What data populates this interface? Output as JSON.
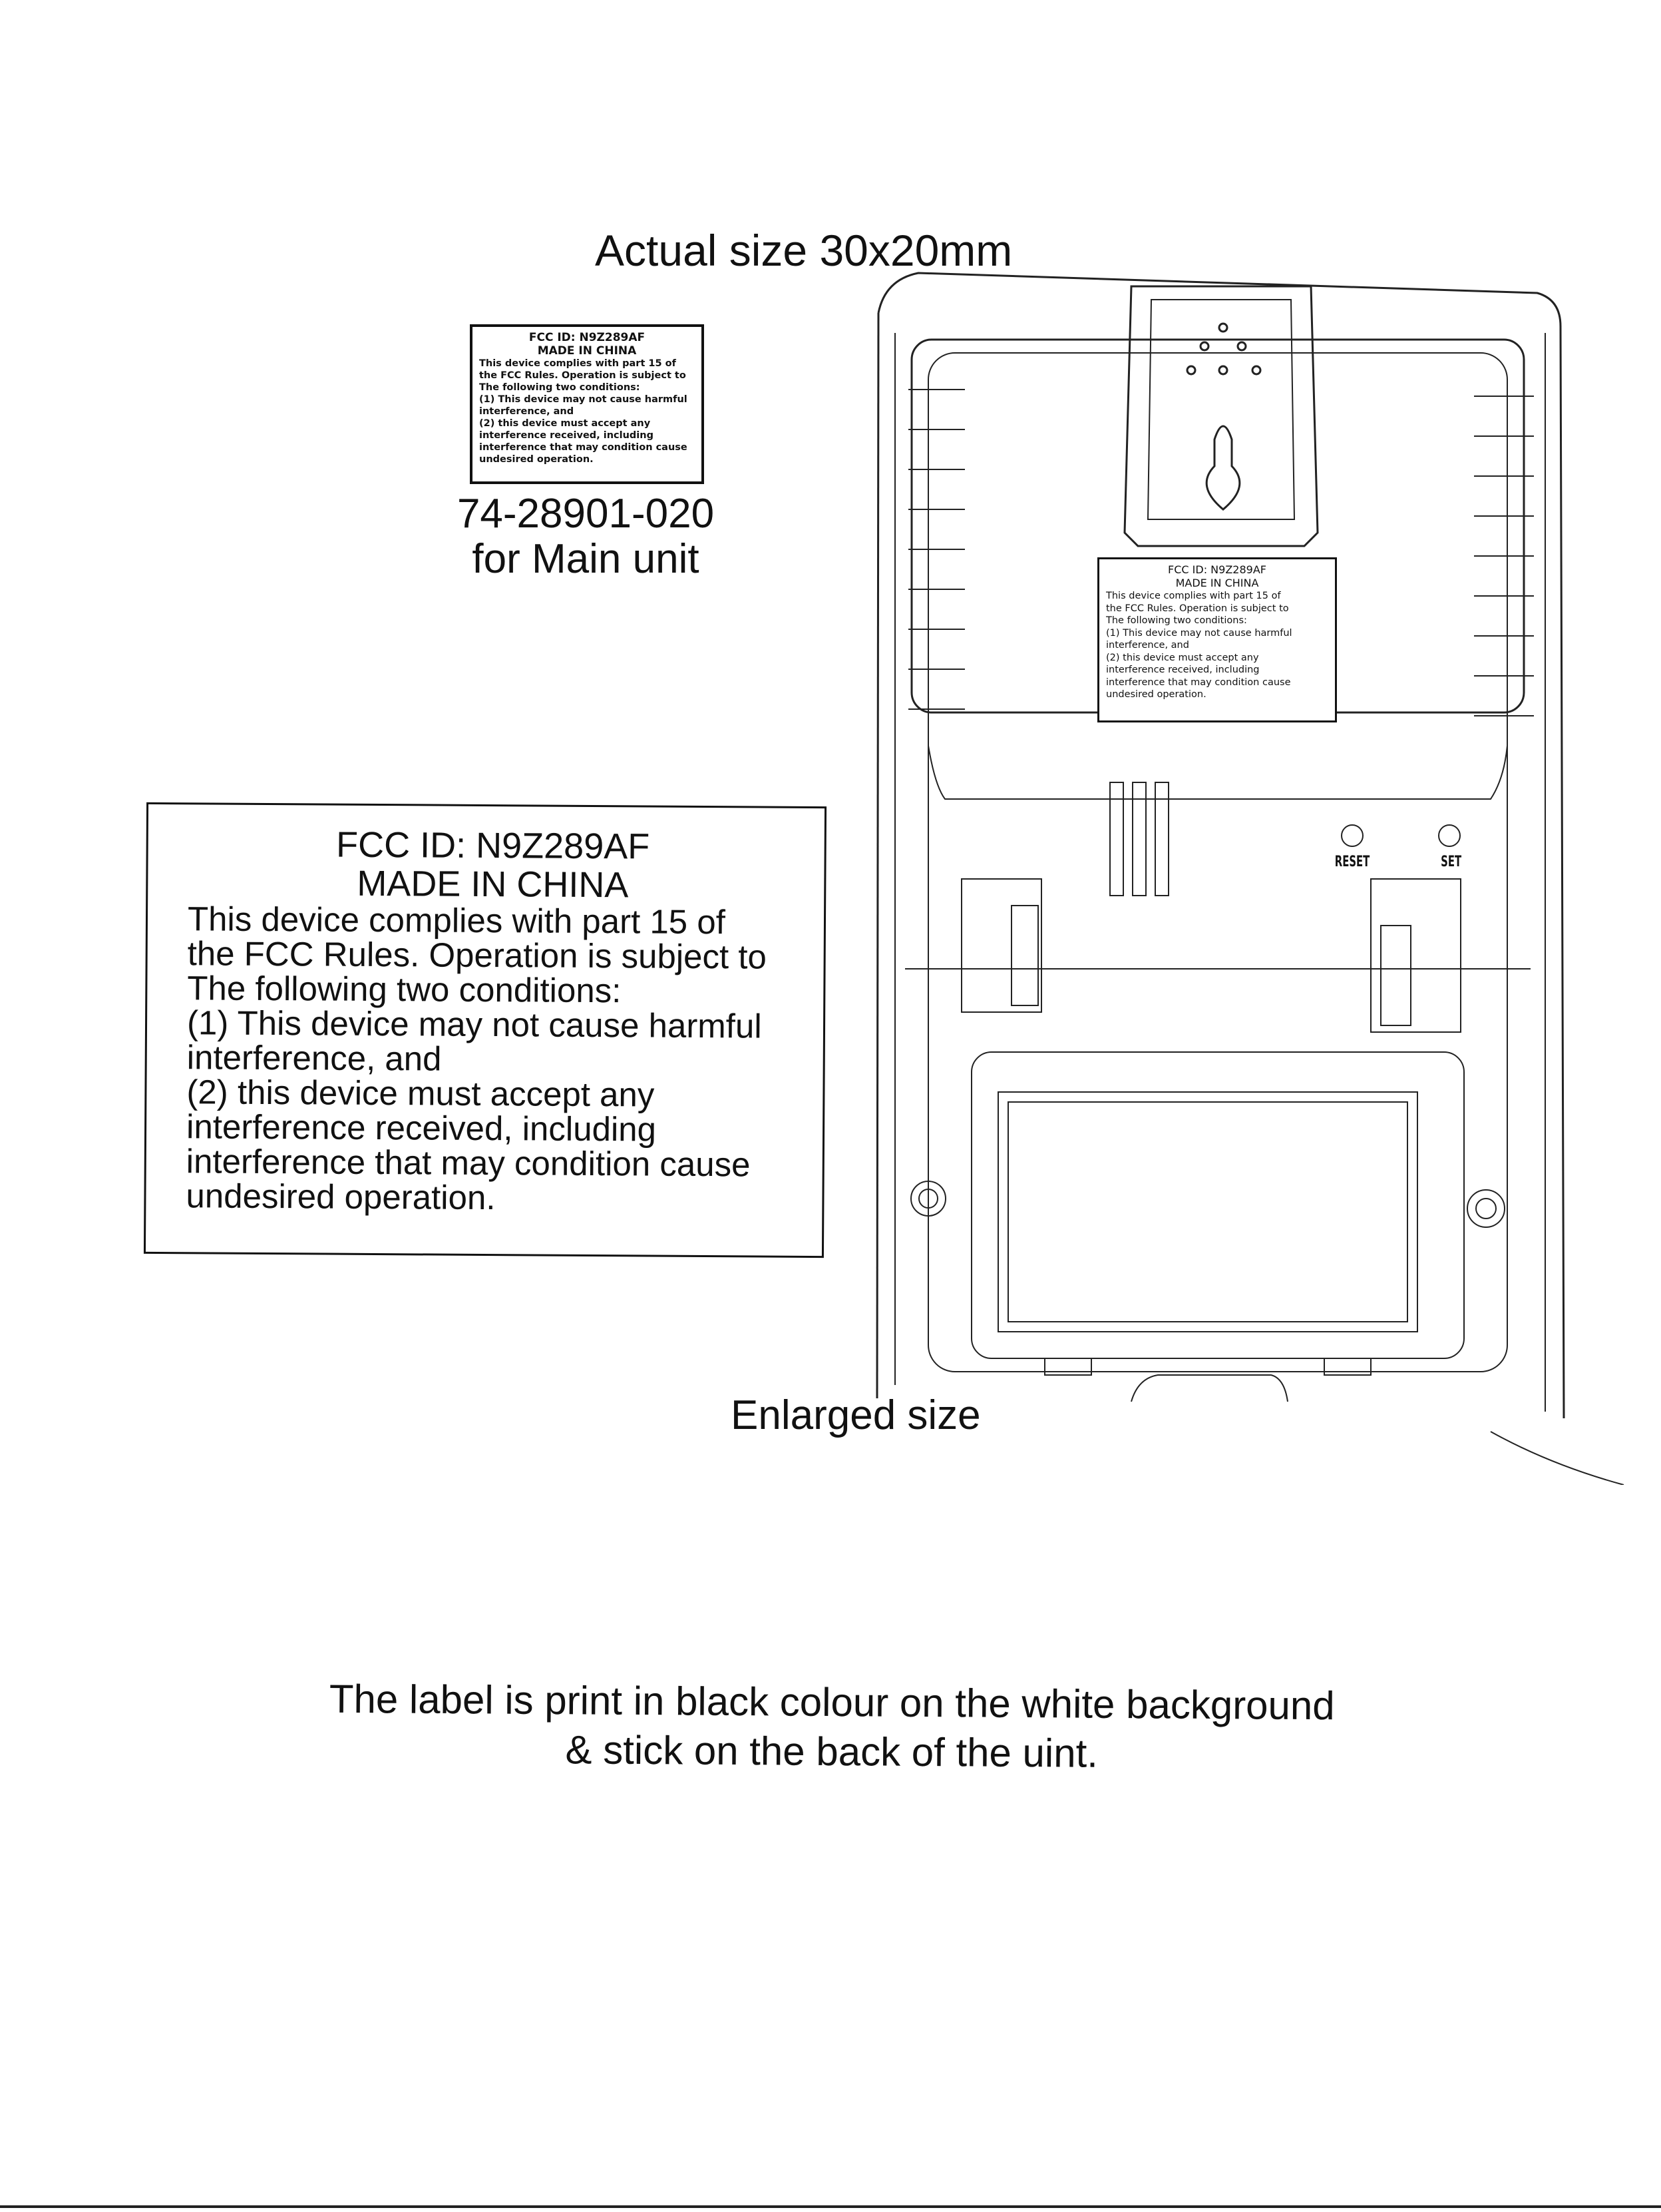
{
  "header": {
    "actual_size": "Actual size 30x20mm"
  },
  "label": {
    "fcc_id": "FCC ID: N9Z289AF",
    "origin": "MADE IN CHINA",
    "lines": [
      "This device complies with part 15 of",
      "the FCC Rules. Operation is subject to",
      "The following two conditions:",
      "(1) This device may not cause harmful",
      "interference, and",
      "(2) this device must accept any",
      "interference received, including",
      "interference that may condition cause",
      "undesired operation."
    ]
  },
  "part": {
    "number": "74-28901-020",
    "description": "for Main unit"
  },
  "device": {
    "reset_label": "RESET",
    "set_label": "SET"
  },
  "enlarged_caption": "Enlarged size",
  "footer": {
    "line1": "The label is print in black colour on the white background",
    "line2": "& stick on the back of the uint."
  }
}
